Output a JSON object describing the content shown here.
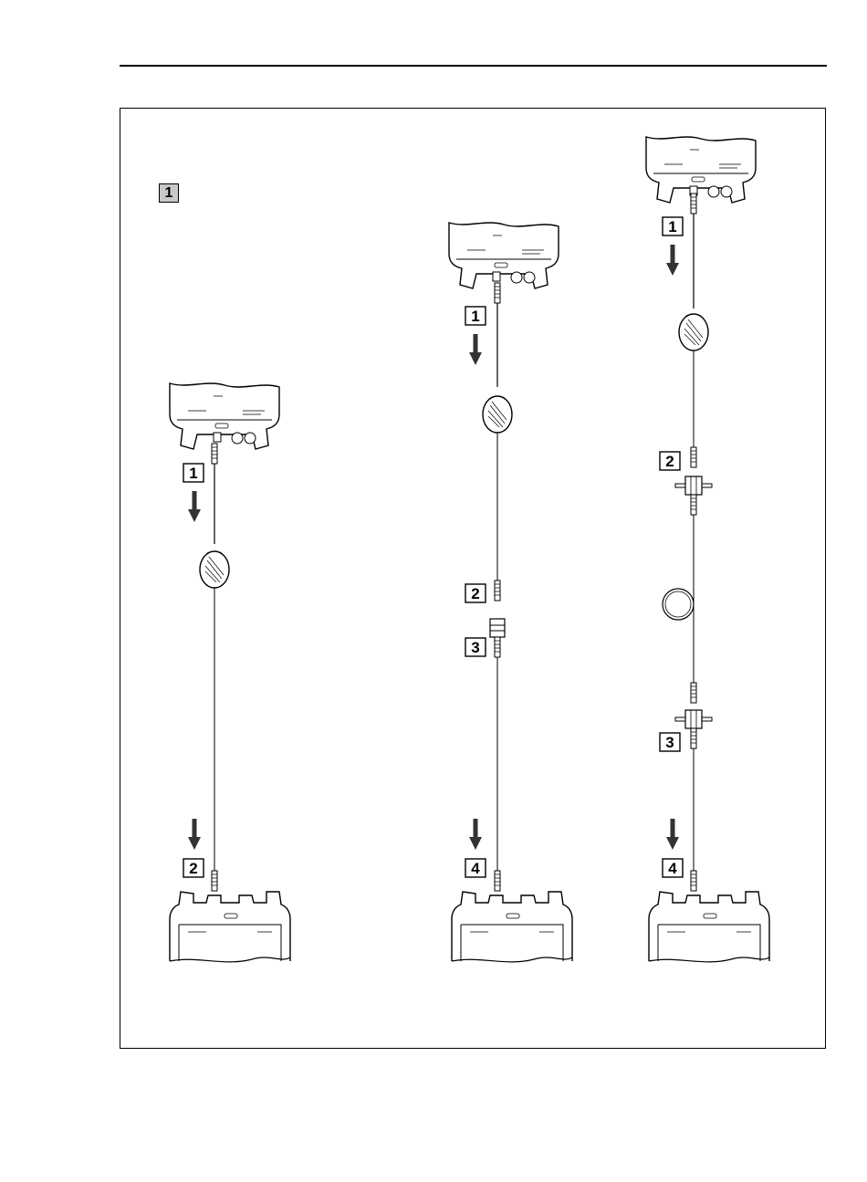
{
  "figure": {
    "panel_badge": "1",
    "columns": [
      {
        "id": "single",
        "steps": [
          "1",
          "2"
        ]
      },
      {
        "id": "two-patch",
        "steps": [
          "1",
          "2",
          "3",
          "4"
        ]
      },
      {
        "id": "spool",
        "steps": [
          "1",
          "2",
          "3",
          "4"
        ]
      }
    ]
  },
  "colors": {
    "line": "#000000",
    "badge_fill": "#c8c8c8",
    "device_fill": "#ffffff",
    "arrow": "#333333"
  }
}
